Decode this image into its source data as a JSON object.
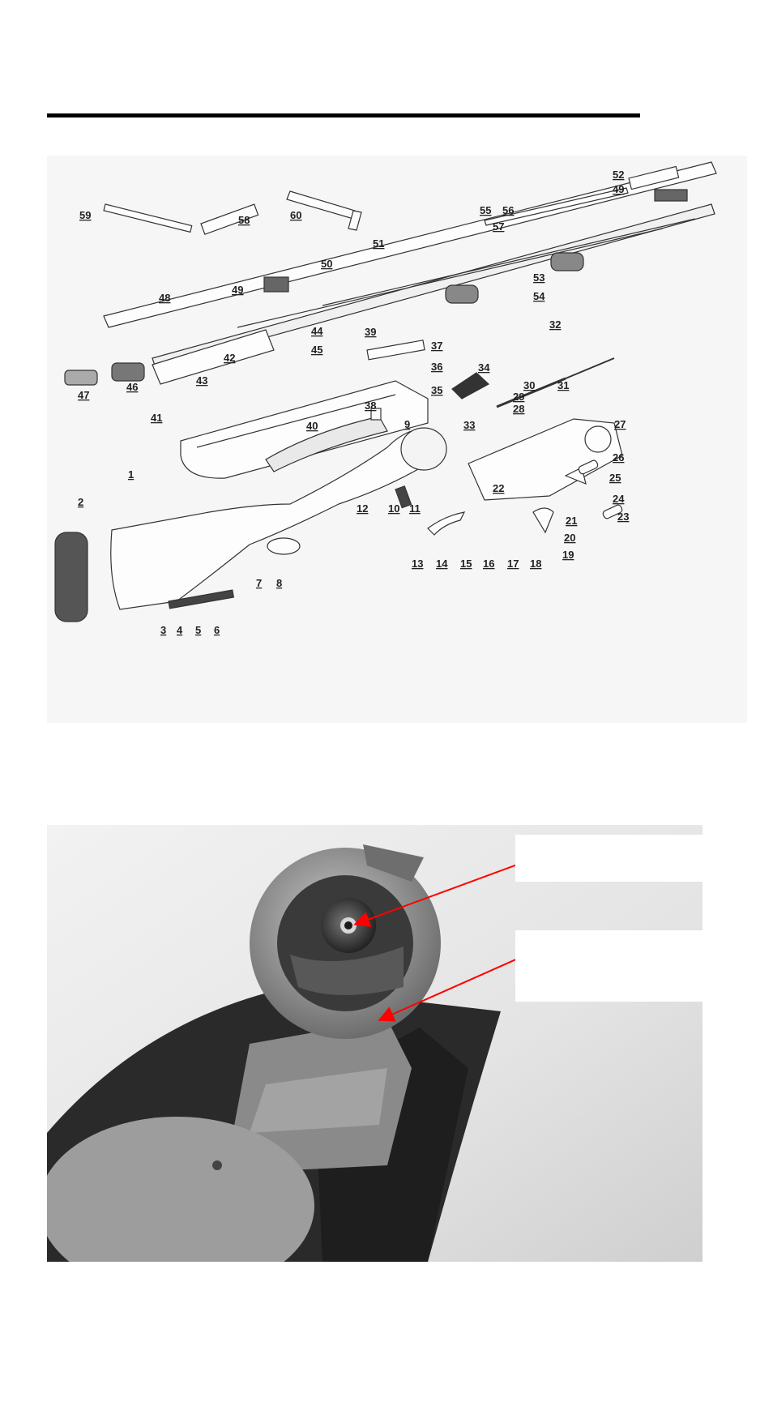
{
  "diagram": {
    "part_numbers": [
      "1",
      "2",
      "3",
      "4",
      "5",
      "6",
      "7",
      "8",
      "9",
      "10",
      "11",
      "12",
      "13",
      "14",
      "15",
      "16",
      "17",
      "18",
      "19",
      "20",
      "21",
      "22",
      "23",
      "24",
      "25",
      "26",
      "27",
      "28",
      "29",
      "30",
      "31",
      "32",
      "33",
      "34",
      "35",
      "36",
      "37",
      "38",
      "39",
      "40",
      "41",
      "42",
      "43",
      "44",
      "45",
      "46",
      "47",
      "48",
      "49",
      "49",
      "50",
      "51",
      "52",
      "53",
      "54",
      "55",
      "56",
      "57",
      "58",
      "59",
      "60"
    ]
  },
  "photo": {
    "arrow_color": "#ff0000",
    "callouts": [
      {
        "id": "upper",
        "text": ""
      },
      {
        "id": "lower",
        "text": ""
      }
    ]
  }
}
